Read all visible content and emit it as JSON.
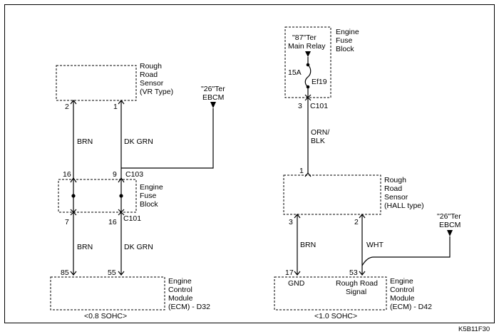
{
  "left": {
    "rough_road_sensor": [
      "Rough",
      "Road",
      "Sensor",
      "(VR Type)"
    ],
    "pin_2": "2",
    "pin_1": "1",
    "ebcm_ter": "\"26\"Ter",
    "ebcm": "EBCM",
    "wire_brn_top": "BRN",
    "wire_dkgrn_top": "DK GRN",
    "pin_16_top": "16",
    "pin_9": "9",
    "conn_c103": "C103",
    "fuse_block": [
      "Engine",
      "Fuse",
      "Block"
    ],
    "pin_7": "7",
    "pin_16_bottom": "16",
    "conn_c101": "C101",
    "wire_brn_bottom": "BRN",
    "wire_dkgrn_bottom": "DK GRN",
    "pin_85": "85",
    "pin_55": "55",
    "ecm": [
      "Engine",
      "Control",
      "Module",
      "(ECM) - D32"
    ],
    "caption": "<0.8 SOHC>"
  },
  "right": {
    "fuse_block": [
      "Engine",
      "Fuse",
      "Block"
    ],
    "main_relay": [
      "\"87\"Ter",
      "Main Relay"
    ],
    "fuse_rating": "15A",
    "fuse_id": "Ef19",
    "pin_3_top": "3",
    "conn_c101": "C101",
    "wire_orn_blk": [
      "ORN/",
      "BLK"
    ],
    "pin_1": "1",
    "rough_road_sensor": [
      "Rough",
      "Road",
      "Sensor",
      "(HALL type)"
    ],
    "pin_3": "3",
    "pin_2": "2",
    "ebcm_ter": "\"26\"Ter",
    "ebcm": "EBCM",
    "wire_brn": "BRN",
    "wire_wht": "WHT",
    "pin_17": "17",
    "pin_53": "53",
    "gnd_label": "GND",
    "signal_label": [
      "Rough Road",
      "Signal"
    ],
    "ecm": [
      "Engine",
      "Control",
      "Module",
      "(ECM) - D42"
    ],
    "caption": "<1.0 SOHC>"
  },
  "figure_id": "K5B11F30"
}
